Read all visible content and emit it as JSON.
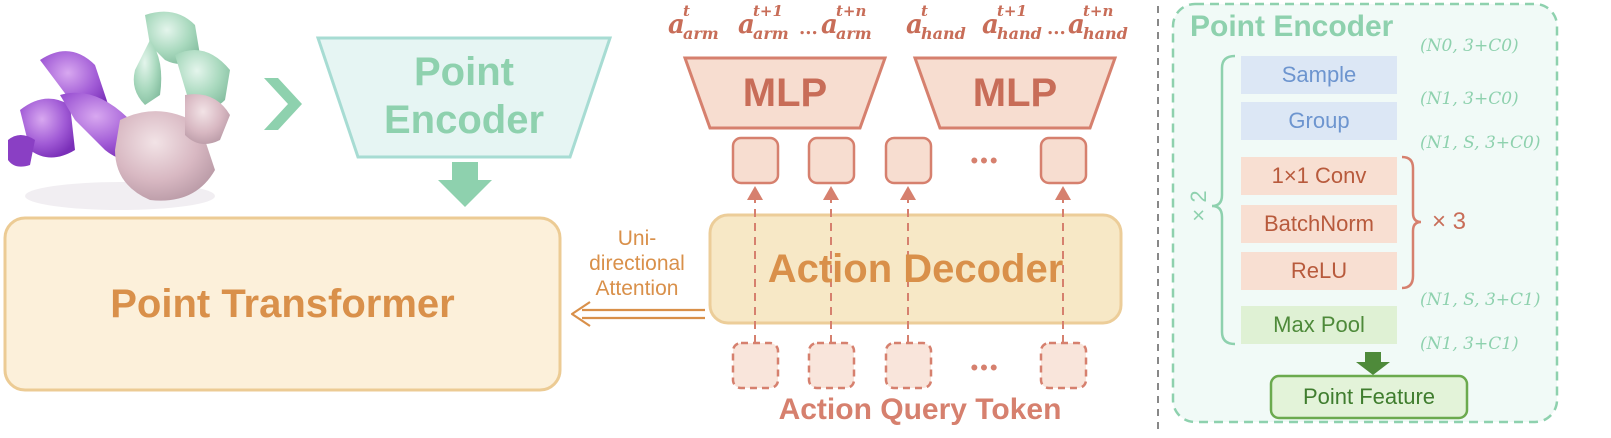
{
  "left": {
    "point_encoder_label_line1": "Point",
    "point_encoder_label_line2": "Encoder",
    "point_transformer_label": "Point Transformer",
    "attention_label_line1": "Uni-",
    "attention_label_line2": "directional",
    "attention_label_line3": "Attention",
    "action_decoder_label": "Action Decoder",
    "action_query_label": "Action Query Token",
    "mlp_left_label": "MLP",
    "mlp_right_label": "MLP",
    "ellipsis": "•••",
    "arm_symbols": [
      "a",
      "arm",
      "t",
      "a",
      "arm",
      "t+1",
      "...",
      "a",
      "arm",
      "t+n"
    ],
    "hand_symbols": [
      "a",
      "hand",
      "t",
      "a",
      "hand",
      "t+1",
      "...",
      "a",
      "hand",
      "t+n"
    ]
  },
  "right": {
    "title": "Point Encoder",
    "steps": {
      "sample": "Sample",
      "group": "Group",
      "conv": "1×1 Conv",
      "batchnorm": "BatchNorm",
      "relu": "ReLU",
      "maxpool": "Max Pool"
    },
    "repeat_outer": "× 2",
    "repeat_inner": "× 3",
    "output": "Point Feature",
    "shapes": [
      "(N0, 3+C0)",
      "(N1, 3+C0)",
      "(N1, S, 3+C0)",
      "(N1, S, 3+C1)",
      "(N1, 3+C1)"
    ]
  },
  "colors": {
    "encoder_fill": "#E6F5F3",
    "encoder_stroke": "#A7DCD3",
    "transformer_fill": "#FCF0DA",
    "transformer_stroke": "#ECCB94",
    "orange_text": "#D9904A",
    "mlp_fill": "#F7DDD0",
    "mlp_stroke": "#D6806E",
    "mlp_text": "#C86D58",
    "green_text": "#8ED1AE",
    "blue_box": "#DCE7F5",
    "blue_text": "#6D95CF",
    "peach_box": "#F8DFD2",
    "peach_text": "#B85A3C",
    "light_green_box": "#DFF1D4",
    "dark_green_text": "#4E8A3A"
  }
}
